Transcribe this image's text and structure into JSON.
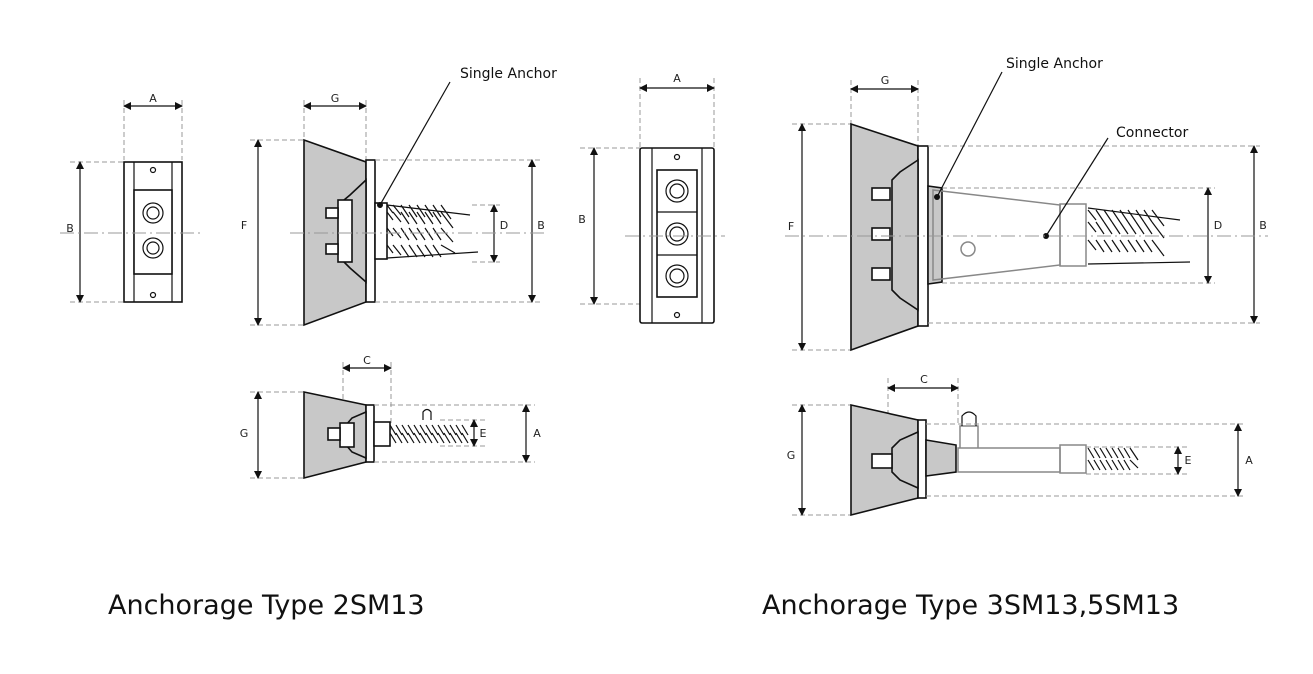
{
  "labels": {
    "dims": {
      "a": "A",
      "b": "B",
      "c": "C",
      "d": "D",
      "e": "E",
      "f": "F",
      "g": "G"
    },
    "callouts": {
      "single_anchor": "Single Anchor",
      "connector": "Connector"
    }
  },
  "captions": {
    "left": "Anchorage Type 2SM13",
    "right": "Anchorage Type 3SM13,5SM13"
  },
  "colors": {
    "body_fill": "#c8c8c8",
    "line": "#111111",
    "dashed_line": "#999999"
  }
}
